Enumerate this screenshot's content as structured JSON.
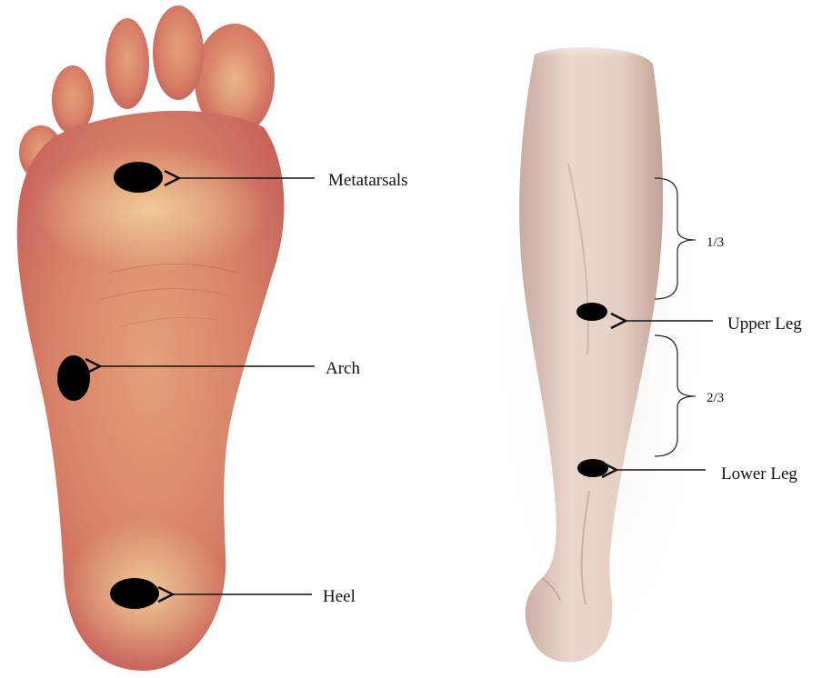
{
  "foot": {
    "labels": {
      "metatarsals": "Metatarsals",
      "arch": "Arch",
      "heel": "Heel"
    }
  },
  "leg": {
    "labels": {
      "upper": "Upper Leg",
      "lower": "Lower Leg",
      "fraction_top": "1/3",
      "fraction_bottom": "2/3"
    }
  },
  "colors": {
    "marker": "#000000",
    "skin_foot": "#d9876e",
    "skin_leg": "#e2c8bd",
    "arrow": "#111111"
  }
}
